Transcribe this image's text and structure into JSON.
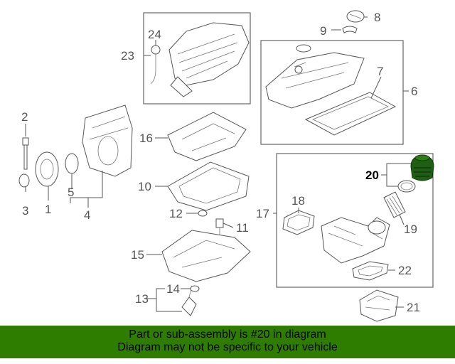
{
  "callouts": {
    "c1": "1",
    "c2": "2",
    "c3": "3",
    "c4": "4",
    "c5": "5",
    "c6": "6",
    "c7": "7",
    "c8": "8",
    "c9": "9",
    "c10": "10",
    "c11": "11",
    "c12": "12",
    "c13": "13",
    "c14": "14",
    "c15": "15",
    "c16": "16",
    "c17": "17",
    "c18": "18",
    "c19": "19",
    "c20": "20",
    "c21": "21",
    "c22": "22",
    "c23": "23",
    "c24": "24"
  },
  "highlighted_part": "20",
  "banner": {
    "line1": "Part or sub-assembly is #20 in diagram",
    "line2": "Diagram may not be specific to your vehicle",
    "background": "#2e7d00"
  }
}
